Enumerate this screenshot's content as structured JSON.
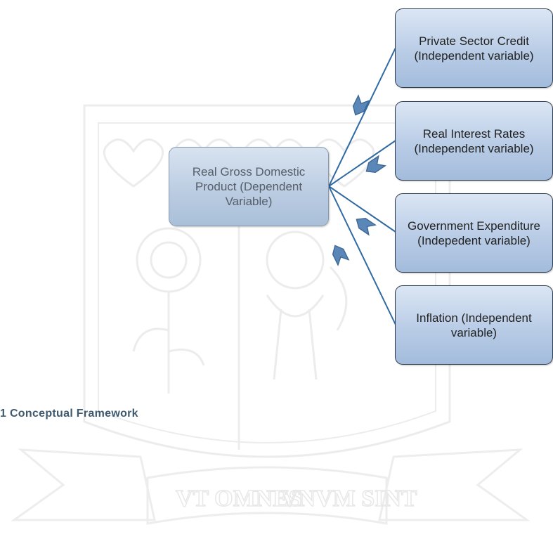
{
  "diagram": {
    "center": {
      "label": "Real Gross Domestic Product (Dependent Variable)"
    },
    "nodes": [
      {
        "id": "private-sector-credit",
        "label": "Private Sector Credit (Independent variable)"
      },
      {
        "id": "real-interest-rates",
        "label": "Real Interest Rates (Independent variable)"
      },
      {
        "id": "government-expenditure",
        "label": "Government Expenditure (Indepedent variable)"
      },
      {
        "id": "inflation",
        "label": "Inflation (Independent variable)"
      }
    ],
    "arrow_direction": "independent-to-dependent"
  },
  "caption": "1 Conceptual Framework",
  "watermark": {
    "motto_left": "VT OMNES",
    "motto_right": "VNVM SINT"
  },
  "colors": {
    "box_fill_top": "#dbe6f4",
    "box_fill_bottom": "#a3bcdc",
    "box_border": "#2e3d4f",
    "connector": "#2f6aa3",
    "arrow": "#5b87b8",
    "caption": "#3f5a6e"
  }
}
